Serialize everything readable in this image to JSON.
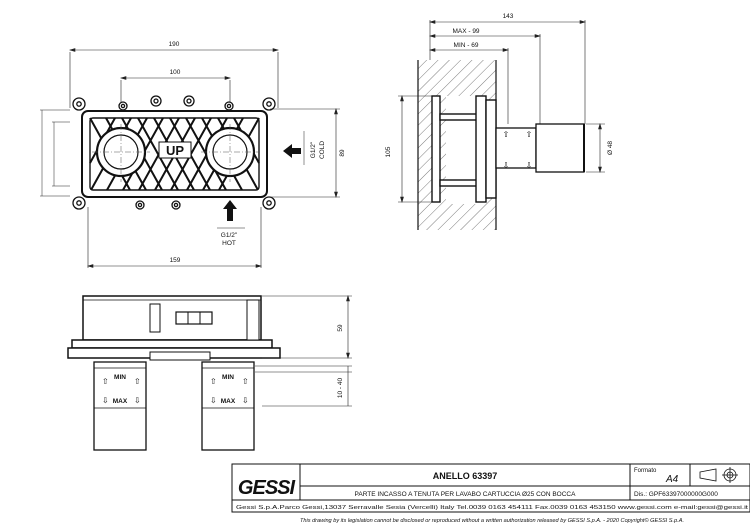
{
  "dimensions": {
    "overall_width": "190",
    "between_centers": "100",
    "base_width": "159",
    "body_height": "89",
    "total_depth": "143",
    "max_depth": "MAX - 99",
    "min_depth": "MIN - 69",
    "wall_height": "105",
    "outlet_diameter": "Ø 48",
    "body_depth": "59",
    "protrusion": "10 - 40"
  },
  "labels": {
    "up_mark": "UP",
    "cold_size": "G1/2\"",
    "cold_label": "COLD",
    "hot_size": "G1/2\"",
    "hot_label": "HOT",
    "min_left": "MIN",
    "max_left": "MAX",
    "min_right": "MIN",
    "max_right": "MAX"
  },
  "title_block": {
    "logo": "GESSI",
    "product": "ANELLO 63397",
    "description": "PARTE INCASSO A TENUTA PER LAVABO CARTUCCIA Ø25 CON BOCCA",
    "formato_label": "Formato",
    "formato_value": "A4",
    "drawing_number": "Dis.: GPF63397000000G000",
    "address": "Gessi S.p.A.Parco Gessi,13037 Serravalle Sesia (Vercelli) Italy Tel.0039 0163 454111 Fax.0039 0163 453150 www.gessi.com e-mail:gessi@gessi.it",
    "disclaimer": "This drawing by its legislation cannot be disclosed or reproduced without a written authorization released by GESSI S.p.A. - 2020 Copyright© GESSI S.p.A."
  }
}
